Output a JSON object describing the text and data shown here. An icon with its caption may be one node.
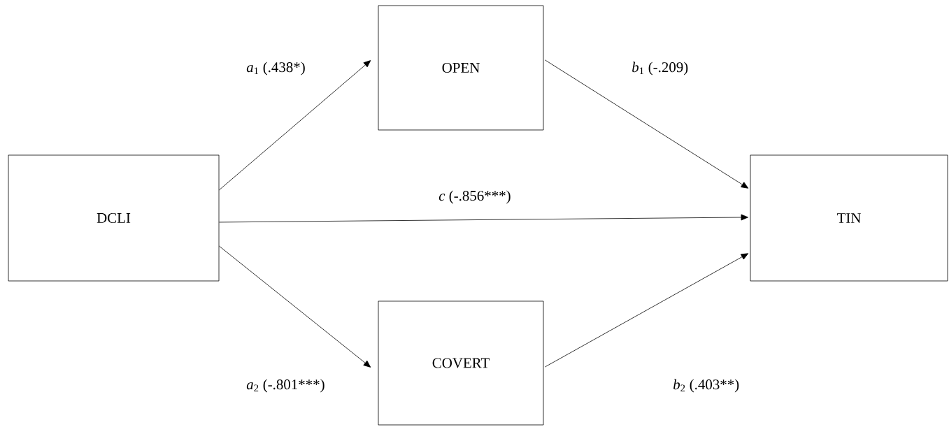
{
  "diagram": {
    "nodes": [
      {
        "text": [
          "DCLI"
        ]
      },
      {
        "text": [
          "OPEN"
        ]
      },
      {
        "text": [
          "COVERT"
        ]
      },
      {
        "text": [
          "TIN"
        ]
      }
    ],
    "edges": [
      {
        "from": 0,
        "to": 1,
        "arrow": "to",
        "label": "*a*$_{1}$ (.438*)"
      },
      {
        "from": 1,
        "to": 3,
        "arrow": "to",
        "label": "*b*$_{1}$ (-.209)"
      },
      {
        "from": 0,
        "to": 3,
        "arrow": "to",
        "label": "*c* (-.856***)"
      },
      {
        "from": 0,
        "to": 2,
        "arrow": "to",
        "label": "*a*$_{2}$ (-.801***)"
      },
      {
        "from": 2,
        "to": 3,
        "arrow": "to",
        "label": "*b*$_{2}$ (.403**)"
      }
    ]
  }
}
